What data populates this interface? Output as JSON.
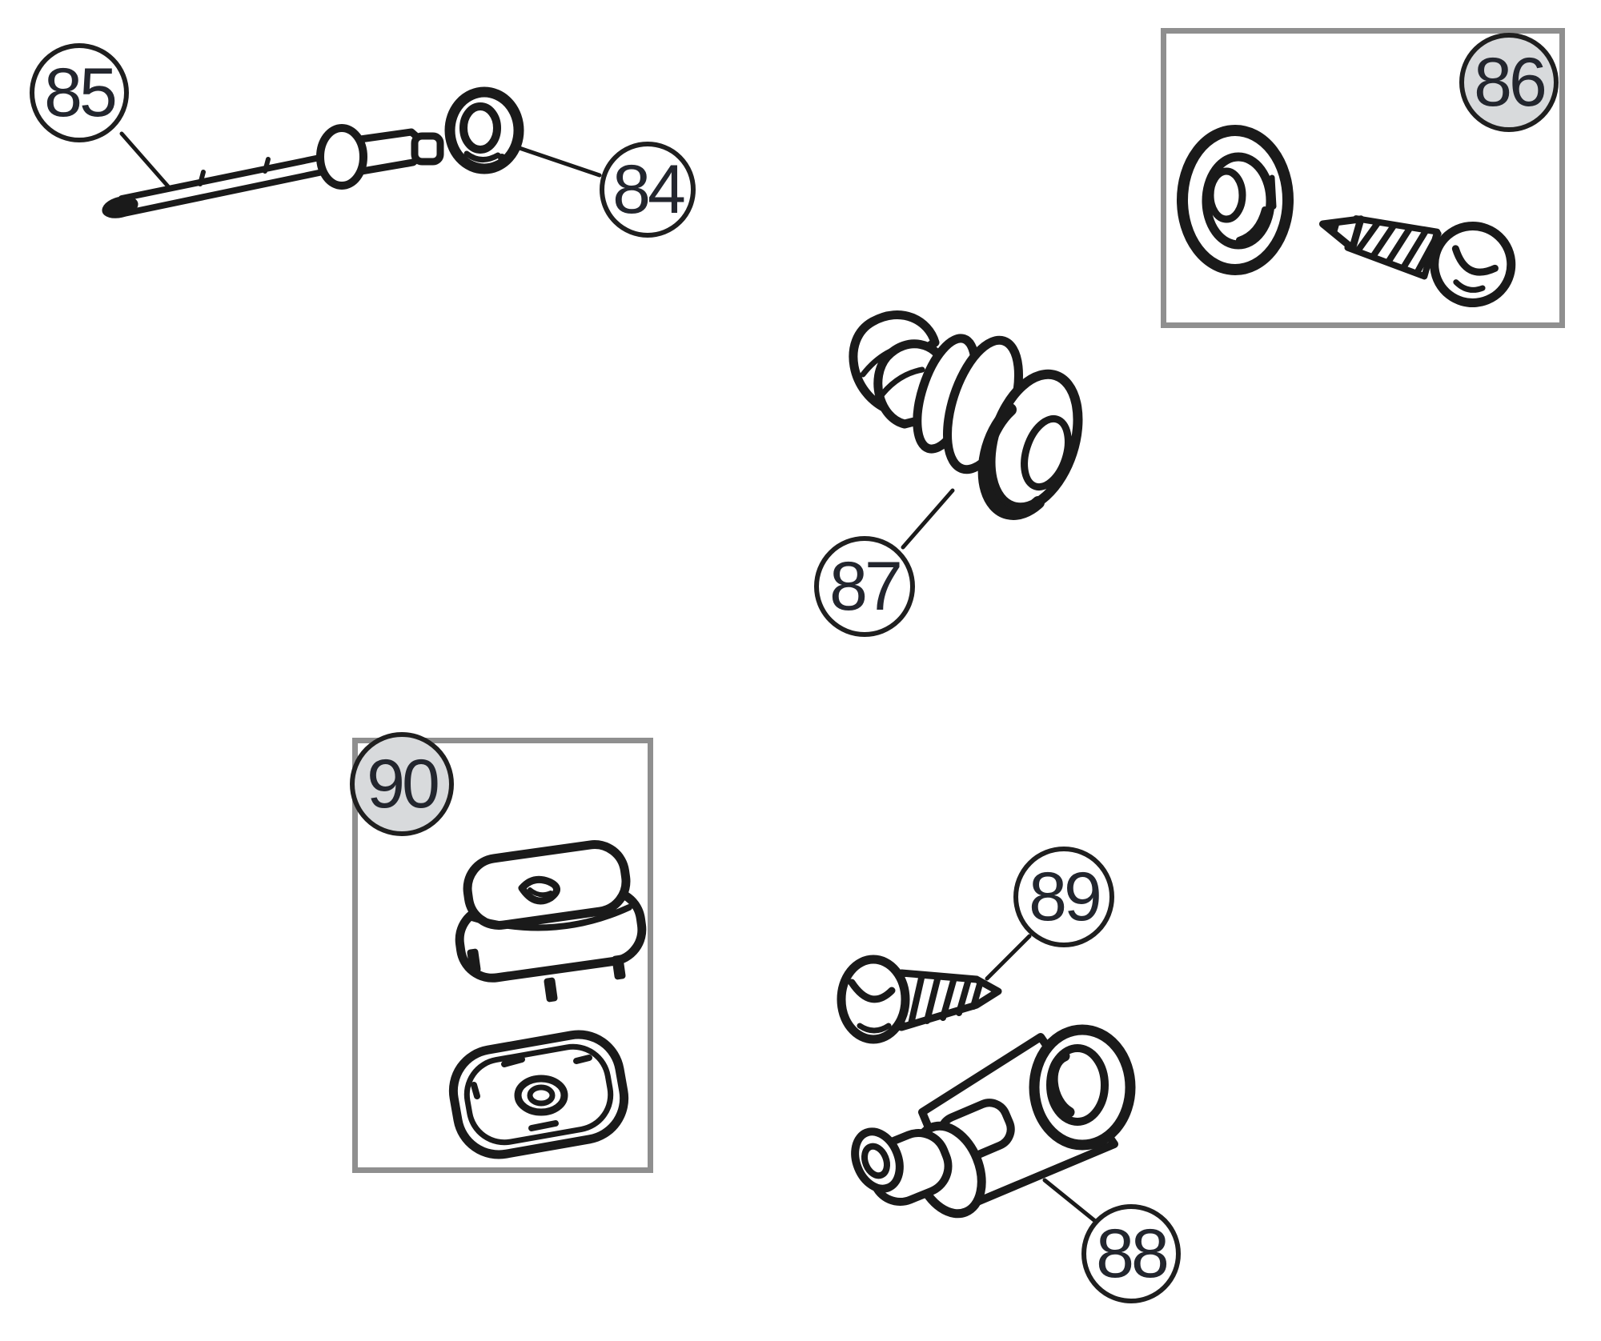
{
  "diagram": {
    "kind": "exploded-parts-diagram",
    "background_color": "#ffffff",
    "line_color": "#1a1a1a",
    "group_box_border_color": "#8f8f8f",
    "badge_plain_fill": "#ffffff",
    "badge_highlight_fill": "#d8dadc",
    "badge_stroke_color": "#1f1f1f",
    "badge_text_color": "#23262e",
    "callouts": {
      "c85": {
        "label": "85",
        "style": "plain"
      },
      "c84": {
        "label": "84",
        "style": "plain"
      },
      "c86": {
        "label": "86",
        "style": "highlight"
      },
      "c87": {
        "label": "87",
        "style": "plain"
      },
      "c90": {
        "label": "90",
        "style": "highlight"
      },
      "c89": {
        "label": "89",
        "style": "plain"
      },
      "c88": {
        "label": "88",
        "style": "plain"
      }
    },
    "illustrations": {
      "part85": "tapered-pin-with-collar-icon",
      "part84": "nut-icon",
      "part86a": "grommet-icon",
      "part86b": "tapping-screw-icon",
      "part87": "push-in-plug-icon",
      "part90a": "padded-plug-icon",
      "part90b": "gasket-plate-icon",
      "part89": "pan-head-screw-icon",
      "part88": "bushing-link-icon"
    }
  }
}
